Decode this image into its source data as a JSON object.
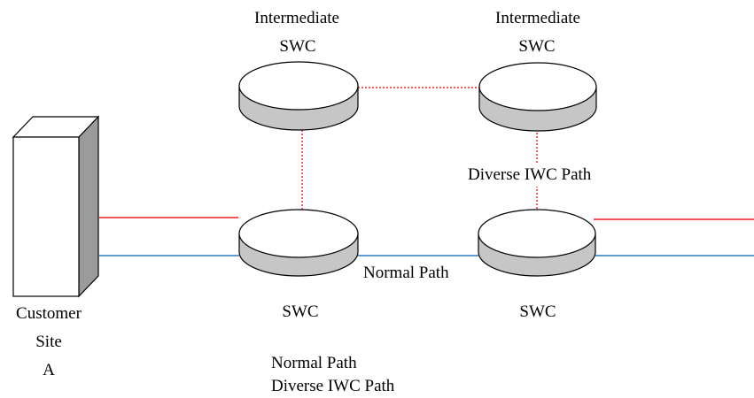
{
  "colors": {
    "diverse_path": "#ee1c24",
    "normal_path": "#2b7bbf",
    "router_fill": "#ffffff",
    "router_base": "#c6c6c6",
    "stroke": "#000000",
    "site_side": "#9b9b9b"
  },
  "labels": {
    "intermediate_left": "Intermediate",
    "intermediate_left_sub": "SWC",
    "intermediate_right": "Intermediate",
    "intermediate_right_sub": "SWC",
    "swc_left": "SWC",
    "swc_right": "SWC",
    "customer_line1": "Customer",
    "customer_line2": "Site",
    "customer_line3": "A",
    "diverse_iwc_path": "Diverse IWC Path",
    "normal_path": "Normal Path",
    "legend_normal": "Normal Path",
    "legend_diverse": "Diverse IWC Path"
  }
}
